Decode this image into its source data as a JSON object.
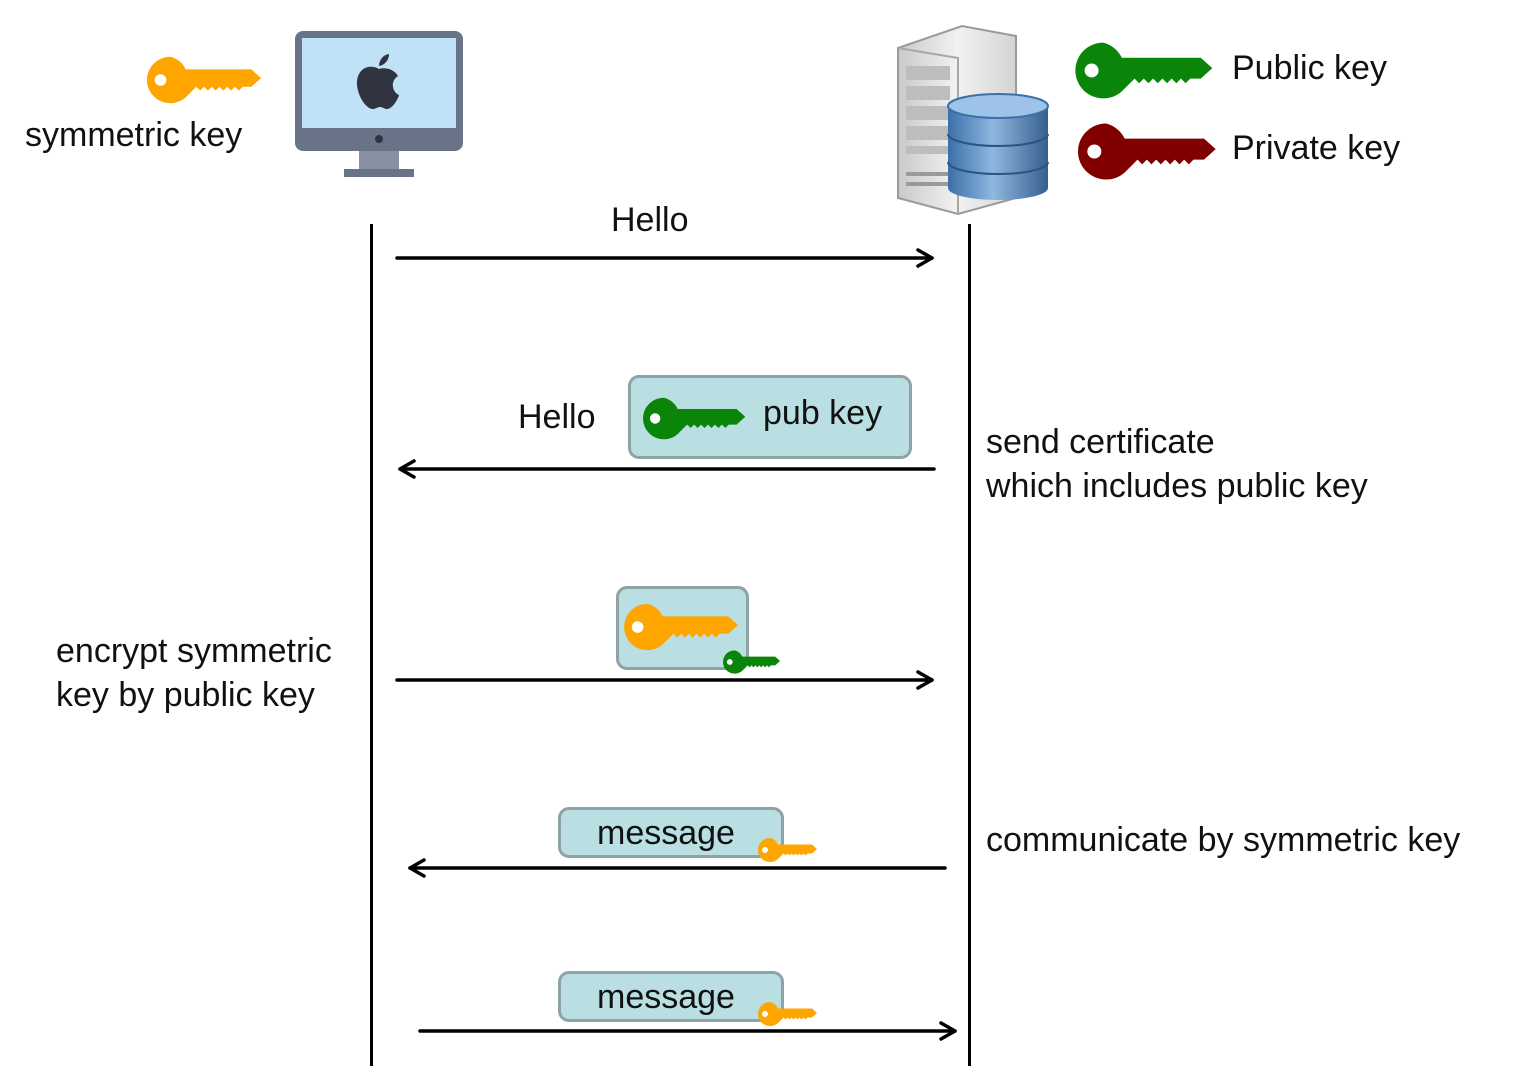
{
  "client": {
    "icon": "imac-computer-icon",
    "key_label": "symmetric key",
    "key_icon": "symmetric-key-icon"
  },
  "server": {
    "icon": "server-database-icon"
  },
  "legend": {
    "public_key": "Public key",
    "private_key": "Private key",
    "public_color": "#0a850a",
    "private_color": "#800000",
    "symmetric_color": "#ffa500"
  },
  "steps": {
    "hello_request": "Hello",
    "hello_response": "Hello",
    "certificate_box": "pub key",
    "message_1": "message",
    "message_2": "message"
  },
  "notes": {
    "certificate_line1": "send certificate",
    "certificate_line2": "which includes public key",
    "encrypt_line1": "encrypt symmetric",
    "encrypt_line2": "key by public key",
    "communicate": "communicate by symmetric key"
  }
}
